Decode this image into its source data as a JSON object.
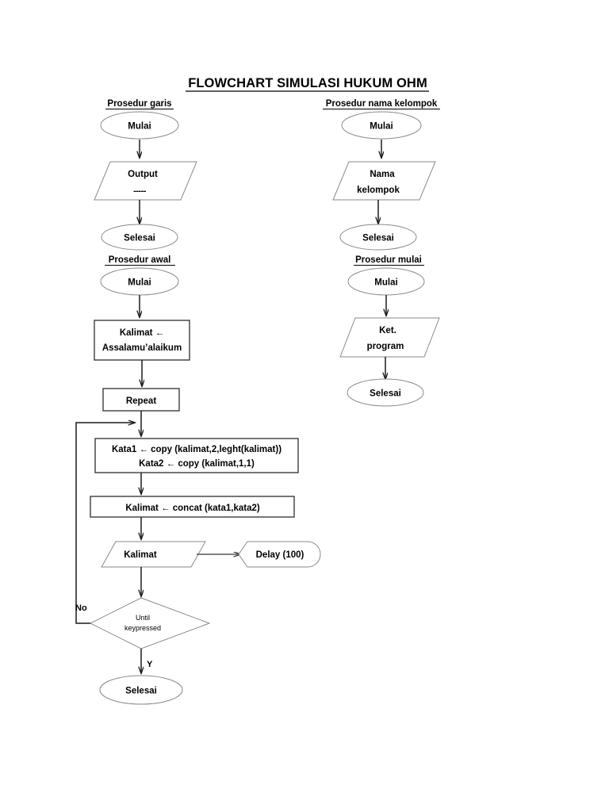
{
  "document": {
    "title": "FLOWCHART SIMULASI HUKUM OHM",
    "background_color": "#ffffff",
    "ink_color": "#000000"
  },
  "sections": {
    "prosedur_garis": {
      "heading": "Prosedur garis",
      "nodes": {
        "start": "Mulai",
        "io_line1": "Output",
        "io_line2": "-----",
        "end": "Selesai"
      }
    },
    "prosedur_nama_kelompok": {
      "heading": "Prosedur nama kelompok",
      "nodes": {
        "start": "Mulai",
        "io_line1": "Nama",
        "io_line2": "kelompok",
        "end": "Selesai"
      }
    },
    "prosedur_awal": {
      "heading": "Prosedur awal",
      "nodes": {
        "start": "Mulai",
        "assign_line1": "Kalimat ←",
        "assign_line2": "Assalamu’alaikum",
        "repeat": "Repeat",
        "kata_line1": "Kata1 ← copy (kalimat,2,leght(kalimat))",
        "kata_line2": "Kata2 ← copy (kalimat,1,1)",
        "concat": "Kalimat ← concat (kata1,kata2)",
        "output": "Kalimat",
        "delay": "Delay (100)",
        "decision_line1": "Until",
        "decision_line2": "keypressed",
        "end": "Selesai"
      },
      "edge_labels": {
        "no": "No",
        "yes": "Y"
      }
    },
    "prosedur_mulai": {
      "heading": "Prosedur mulai",
      "nodes": {
        "start": "Mulai",
        "io_line1": "Ket.",
        "io_line2": "program",
        "end": "Selesai"
      }
    }
  }
}
